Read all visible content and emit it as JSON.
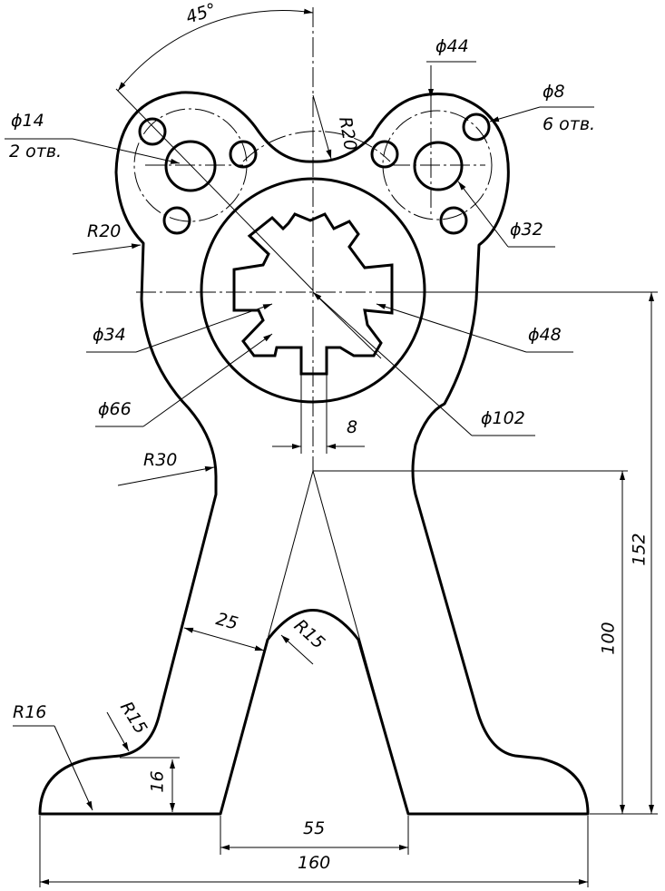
{
  "drawing": {
    "angle_label": "45°",
    "holes_large": {
      "diameter": "ϕ14",
      "count": "2 отв."
    },
    "holes_small": {
      "diameter": "ϕ8",
      "count": "6 отв."
    },
    "bolt_circle_left": "ϕ44",
    "bolt_circle_right": "ϕ32",
    "top_radius": "R20",
    "side_radius": "R20",
    "spline_inner": "ϕ34",
    "spline_outer": "ϕ48",
    "hub_diameter": "ϕ66",
    "outer_arc": "ϕ102",
    "slot_width": "8",
    "neck_radius": "R30",
    "leg_width": "25",
    "arch_radius": "R15",
    "foot_fillet": "R15",
    "foot_radius": "R16",
    "foot_height": "16",
    "gap_width": "55",
    "total_width": "160",
    "height_upper": "152",
    "height_lower": "100"
  }
}
